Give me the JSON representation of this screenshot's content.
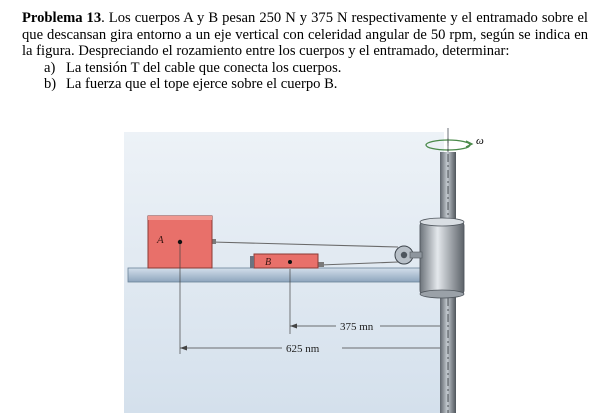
{
  "problem": {
    "heading": "Problema 13",
    "statement": ". Los cuerpos A y B pesan 250 N y 375 N respectivamente y el entramado sobre el que descansan gira entorno a un eje vertical con celeridad angular de 50 rpm, según se indica en la figura. Despreciando el rozamiento entre los cuerpos y el entramado, determinar:",
    "items": [
      {
        "marker": "a)",
        "text": "La tensión T del cable que conecta los cuerpos."
      },
      {
        "marker": "b)",
        "text": "La fuerza que el tope ejerce sobre el cuerpo B."
      }
    ]
  },
  "figure": {
    "label_a": "A",
    "label_b": "B",
    "label_omega": "ω",
    "dim_inner": "375 mn",
    "dim_outer": "625 nm",
    "colors": {
      "body": "#e8706a",
      "body_edge": "#8a3a34",
      "platform": "#b7c9dc",
      "background": "#dbe6f1",
      "shaft": "#8e969e"
    }
  }
}
